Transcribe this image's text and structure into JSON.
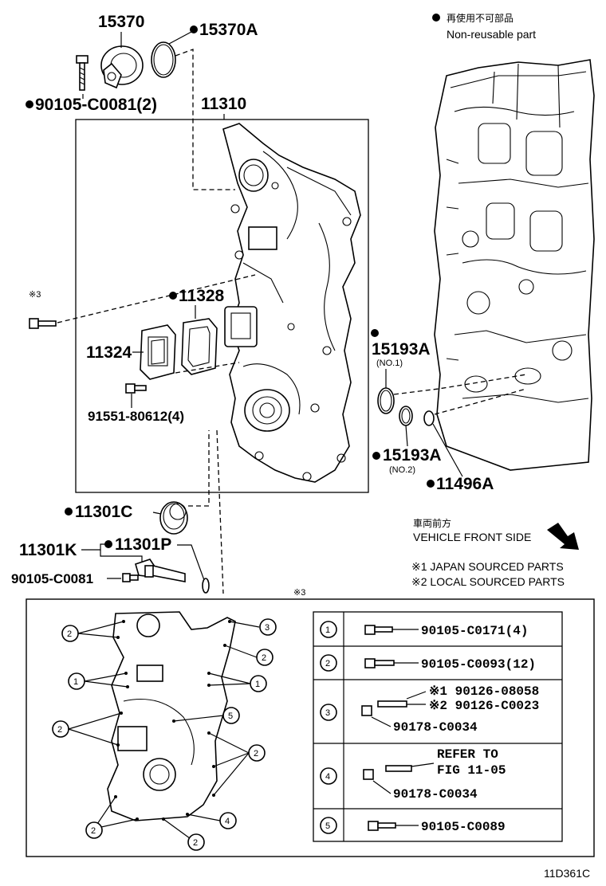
{
  "legend": {
    "dot_note_jp": "再使用不可部品",
    "dot_note_en": "Non-reusable part",
    "front_jp": "車両前方",
    "front_en": "VEHICLE FRONT SIDE",
    "note1": "※1 JAPAN SOURCED PARTS",
    "note2": "※2 LOCAL SOURCED PARTS"
  },
  "parts": {
    "p15370": "15370",
    "p15370A": "15370A",
    "p90105_c0081_2": "90105-C0081(2)",
    "p11310": "11310",
    "p11328": "11328",
    "p11324": "11324",
    "p91551": "91551-80612(4)",
    "p15193A_1": "15193A",
    "no1": "(NO.1)",
    "p15193A_2": "15193A",
    "no2": "(NO.2)",
    "p11496A": "11496A",
    "p11301C": "11301C",
    "p11301K": "11301K",
    "p11301P": "11301P",
    "p90105_c0081": "90105-C0081",
    "ref3": "※3"
  },
  "detail": {
    "title": "※3",
    "rows": [
      {
        "num": "1",
        "part": "90105-C0171(4)"
      },
      {
        "num": "2",
        "part": "90105-C0093(12)"
      },
      {
        "num": "3",
        "part_a": "※1 90126-08058",
        "part_b": "※2 90126-C0023",
        "part_c": "90178-C0034"
      },
      {
        "num": "4",
        "ref_a": "REFER TO",
        "ref_b": "FIG 11-05",
        "part_c": "90178-C0034"
      },
      {
        "num": "5",
        "part": "90105-C0089"
      }
    ],
    "callouts": [
      "2",
      "3",
      "2",
      "1",
      "1",
      "2",
      "5",
      "2",
      "2",
      "4",
      "2"
    ]
  },
  "figure_id": "11D361C"
}
